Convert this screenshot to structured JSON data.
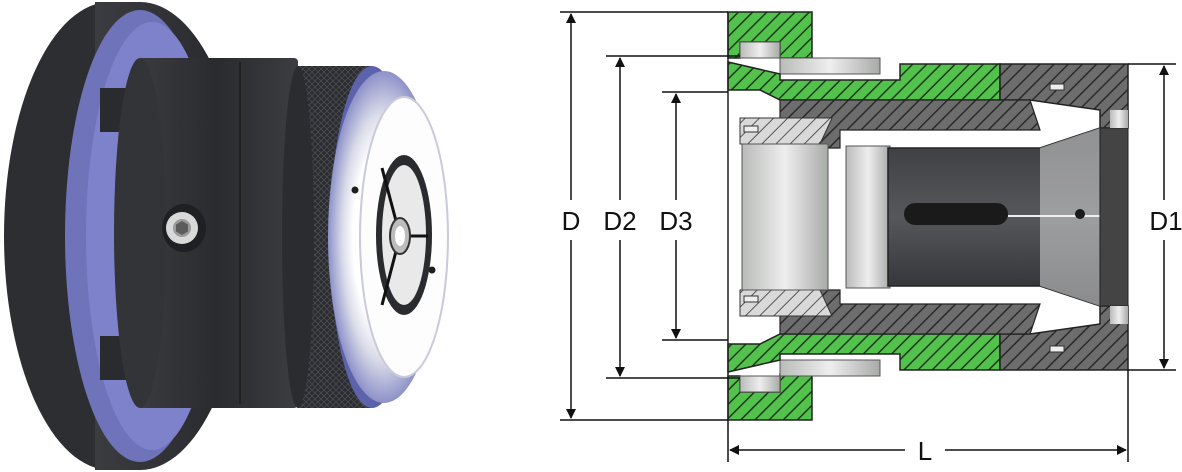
{
  "labels": {
    "D": "D",
    "D1": "D1",
    "D2": "D2",
    "D3": "D3",
    "L": "L"
  },
  "colors": {
    "background": "#ffffff",
    "body_dark": "#2f3033",
    "body_mid": "#3c3d41",
    "accent_blue": "#7b80c9",
    "hatch_green": "#4fbf4a",
    "hatch_gray": "#6a6a6a",
    "metal_light": "#cfd1cf",
    "dimension_line": "#111111"
  },
  "icons": {
    "screw": "hex-socket-screw-icon",
    "hatch": "section-hatch-pattern"
  }
}
